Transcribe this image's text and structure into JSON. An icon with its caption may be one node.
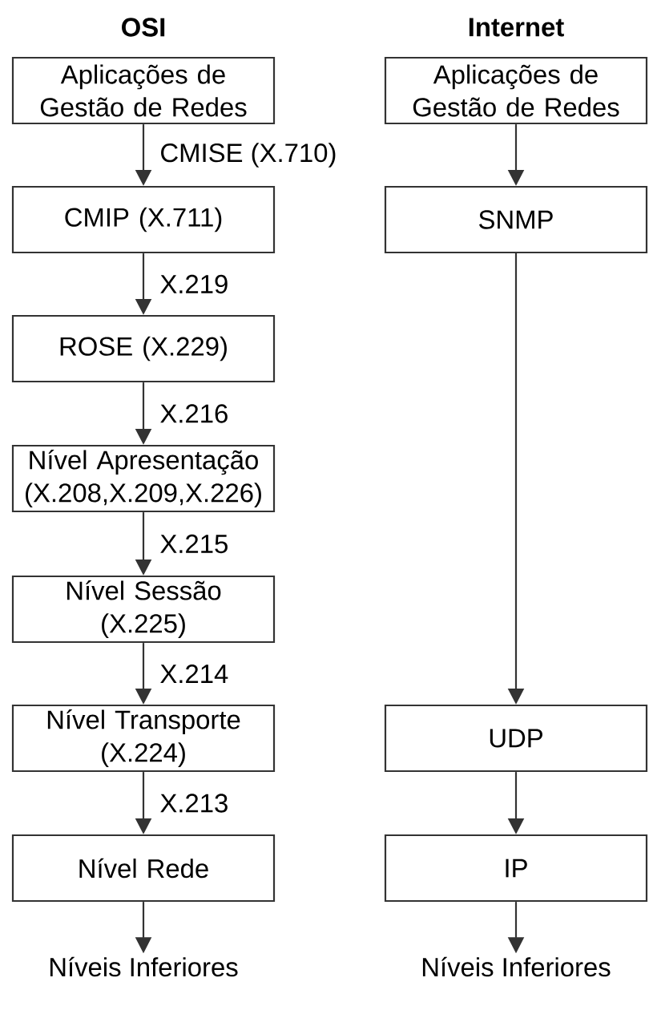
{
  "diagram": {
    "nodes": [
      {
        "text": [
          "Aplicações de Gestão de Redes"
        ]
      },
      {
        "text": [
          "CMIP (X.711)"
        ]
      },
      {
        "text": [
          "ROSE (X.229)"
        ]
      },
      {
        "text": [
          "Nível Apresentação (X.208,X.209,X.226)"
        ]
      },
      {
        "text": [
          "Nível Sessão (X.225)"
        ]
      },
      {
        "text": [
          "Nível Transporte (X.224)"
        ]
      },
      {
        "text": [
          "Nível Rede"
        ]
      },
      {
        "text": [
          "Níveis Inferiores"
        ]
      },
      {
        "text": [
          "Aplicações de Gestão de Redes"
        ]
      },
      {
        "text": [
          "SNMP"
        ]
      },
      {
        "text": [
          "UDP"
        ]
      },
      {
        "text": [
          "IP"
        ]
      },
      {
        "text": [
          "Níveis Inferiores"
        ]
      }
    ],
    "edges": [
      {
        "from": 0,
        "to": 1,
        "arrow": "to",
        "label": "CMISE (X.710)"
      },
      {
        "from": 1,
        "to": 2,
        "arrow": "to",
        "label": "X.219"
      },
      {
        "from": 2,
        "to": 3,
        "arrow": "to",
        "label": "X.216"
      },
      {
        "from": 3,
        "to": 4,
        "arrow": "to",
        "label": "X.215"
      },
      {
        "from": 4,
        "to": 5,
        "arrow": "to",
        "label": "X.214"
      },
      {
        "from": 5,
        "to": 6,
        "arrow": "to",
        "label": "X.213"
      },
      {
        "from": 6,
        "to": 7,
        "arrow": "to"
      },
      {
        "from": 8,
        "to": 9,
        "arrow": "to"
      },
      {
        "from": 9,
        "to": 10,
        "arrow": "to"
      },
      {
        "from": 10,
        "to": 11,
        "arrow": "to"
      },
      {
        "from": 11,
        "to": 12,
        "arrow": "to"
      }
    ],
    "labels": [
      "OSI",
      "Internet"
    ]
  }
}
